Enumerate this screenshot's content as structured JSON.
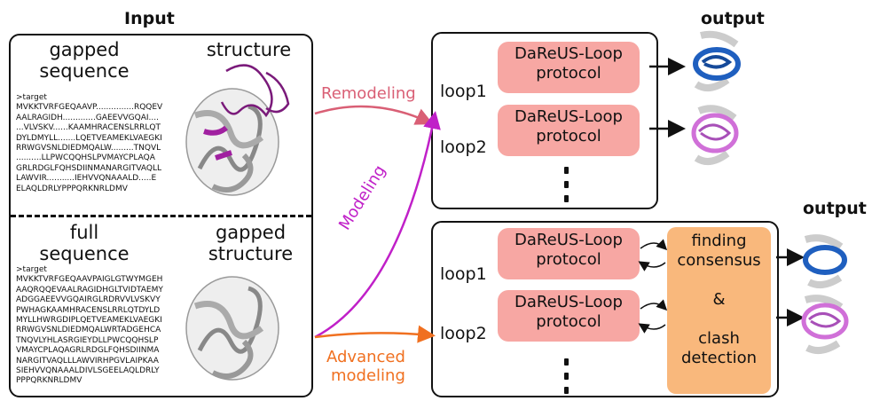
{
  "input": {
    "title": "Input",
    "top_left_heading": "gapped\nsequence",
    "top_right_heading": "structure",
    "bottom_left_heading": "full\nsequence",
    "bottom_right_heading": "gapped\nstructure",
    "gapped_sequence_text": ">target\nMVKKTVRFGEQAAVP...............RQQEV\nAALRAGIDH.............GAEEVVGQAI....\n...VLVSKV......KAAMHRACENSLRRLQT\nDYLDMYLL.......LQETVEAMEKLVAEGKI\nRRWGVSNLDIEDMQALW.........TNQVL\n..........LLPWCQQHSLPVMAYCPLAQA\nGRLRDGLFQHSDIINMANARGITVAQLL\nLAWVIR...........IEHVVQNAAALD.....E\nELAQLDRLYPPPQRKNRLDMV",
    "full_sequence_text": ">target\nMVKKTVRFGEQAAVPAIGLGTWYMGEH\nAAQRQQEVAALRAGIDHGLTVIDTAEMY\nADGGAEEVVGQAIRGLRDRVVLVSKVY\nPWHAGKAAMHRACENSLRRLQTDYLD\nMYLLHWRGDIPLQETVEAMEKLVAEGKI\nRRWGVSNLDIEDMQALWRTADGEHCA\nTNQVLYHLASRGIEYDLLPWCQQHSLP\nVMAYCPLAQAGRLRDGLFQHSDIINMA\nNARGITVAQLLLAWVIRHPGVLAIPKAA\nSIEHVVQNAAALDIVLSGEELAQLDRLY\nPPPQRKNRLDMV"
  },
  "arrows": {
    "remodeling": "Remodeling",
    "modeling": "Modeling",
    "advanced_line1": "Advanced",
    "advanced_line2": "modeling"
  },
  "top_panel": {
    "output_label": "output",
    "loops": [
      {
        "name": "loop1",
        "protocol": "DaReUS-Loop\nprotocol"
      },
      {
        "name": "loop2",
        "protocol": "DaReUS-Loop\nprotocol"
      }
    ]
  },
  "bottom_panel": {
    "output_label": "output",
    "loops": [
      {
        "name": "loop1",
        "protocol": "DaReUS-Loop\nprotocol"
      },
      {
        "name": "loop2",
        "protocol": "DaReUS-Loop\nprotocol"
      }
    ],
    "consensus_text": "finding\nconsensus\n\n&\n\nclash\ndetection"
  },
  "colors": {
    "remodeling_arrow": "#d95f75",
    "modeling_arrow": "#c020c8",
    "advanced_arrow": "#f07020",
    "protocol_fill": "#f7a7a3",
    "consensus_fill": "#f9b87c",
    "loop_blue": "#1f5fbf",
    "loop_pink": "#d070d8"
  },
  "icons": [
    "protein-structure-image",
    "loop-output-image"
  ]
}
